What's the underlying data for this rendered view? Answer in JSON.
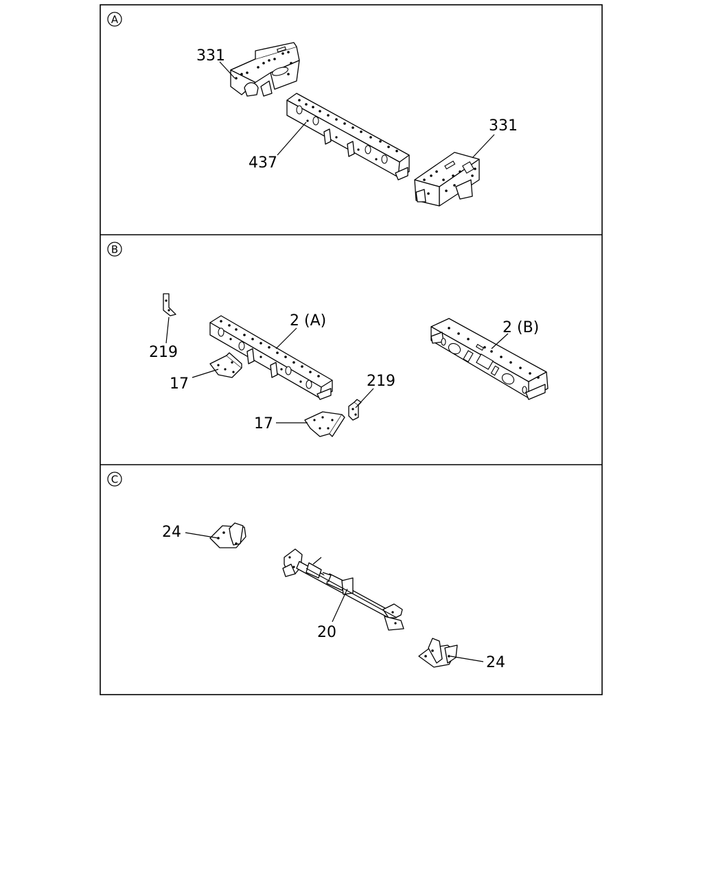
{
  "sections": [
    {
      "marker": "A",
      "callouts": [
        {
          "label": "331"
        },
        {
          "label": "437"
        },
        {
          "label": "331"
        }
      ]
    },
    {
      "marker": "B",
      "callouts": [
        {
          "label": "219"
        },
        {
          "label": "2 (A)"
        },
        {
          "label": "2 (B)"
        },
        {
          "label": "17"
        },
        {
          "label": "219"
        },
        {
          "label": "17"
        }
      ]
    },
    {
      "marker": "C",
      "callouts": [
        {
          "label": "24"
        },
        {
          "label": "20"
        },
        {
          "label": "24"
        }
      ]
    }
  ]
}
